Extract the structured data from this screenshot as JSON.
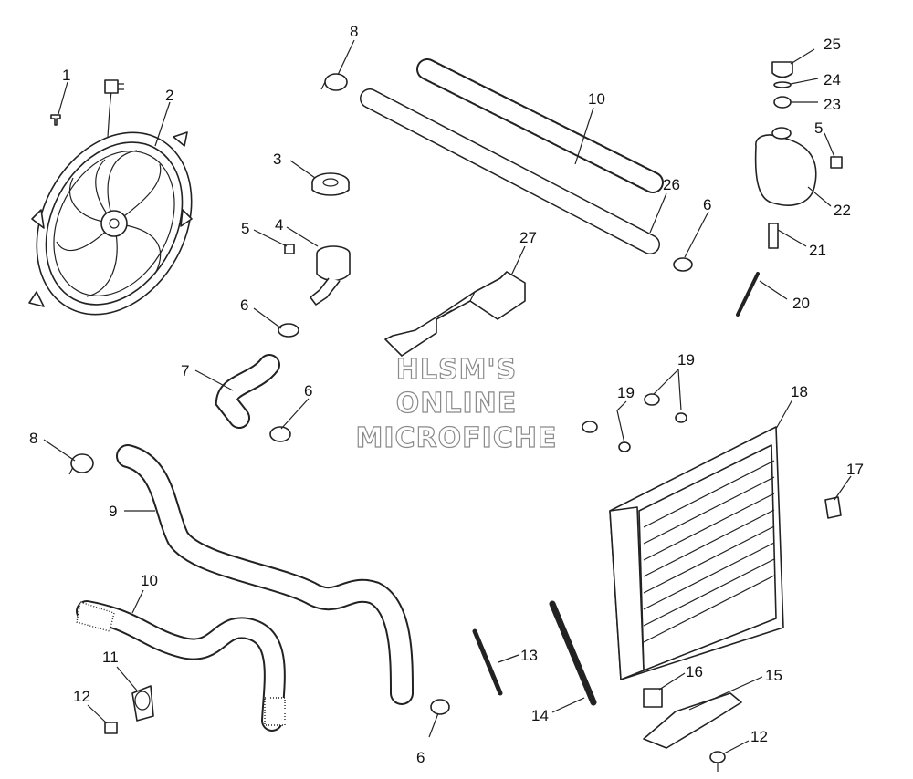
{
  "watermark": {
    "line1": "HLSM'S",
    "line2": "ONLINE",
    "line3": "MICROFICHE"
  },
  "callouts": [
    {
      "id": "c1",
      "label": "1"
    },
    {
      "id": "c2",
      "label": "2"
    },
    {
      "id": "c3",
      "label": "3"
    },
    {
      "id": "c4",
      "label": "4"
    },
    {
      "id": "c5a",
      "label": "5"
    },
    {
      "id": "c5b",
      "label": "5"
    },
    {
      "id": "c6a",
      "label": "6"
    },
    {
      "id": "c6b",
      "label": "6"
    },
    {
      "id": "c6c",
      "label": "6"
    },
    {
      "id": "c6d",
      "label": "6"
    },
    {
      "id": "c7",
      "label": "7"
    },
    {
      "id": "c8a",
      "label": "8"
    },
    {
      "id": "c8b",
      "label": "8"
    },
    {
      "id": "c9",
      "label": "9"
    },
    {
      "id": "c10a",
      "label": "10"
    },
    {
      "id": "c10b",
      "label": "10"
    },
    {
      "id": "c11",
      "label": "11"
    },
    {
      "id": "c12a",
      "label": "12"
    },
    {
      "id": "c12b",
      "label": "12"
    },
    {
      "id": "c13",
      "label": "13"
    },
    {
      "id": "c14",
      "label": "14"
    },
    {
      "id": "c15",
      "label": "15"
    },
    {
      "id": "c16",
      "label": "16"
    },
    {
      "id": "c17",
      "label": "17"
    },
    {
      "id": "c18",
      "label": "18"
    },
    {
      "id": "c19a",
      "label": "19"
    },
    {
      "id": "c19b",
      "label": "19"
    },
    {
      "id": "c20",
      "label": "20"
    },
    {
      "id": "c21",
      "label": "21"
    },
    {
      "id": "c22",
      "label": "22"
    },
    {
      "id": "c23",
      "label": "23"
    },
    {
      "id": "c24",
      "label": "24"
    },
    {
      "id": "c25",
      "label": "25"
    },
    {
      "id": "c26",
      "label": "26"
    },
    {
      "id": "c27",
      "label": "27"
    }
  ]
}
